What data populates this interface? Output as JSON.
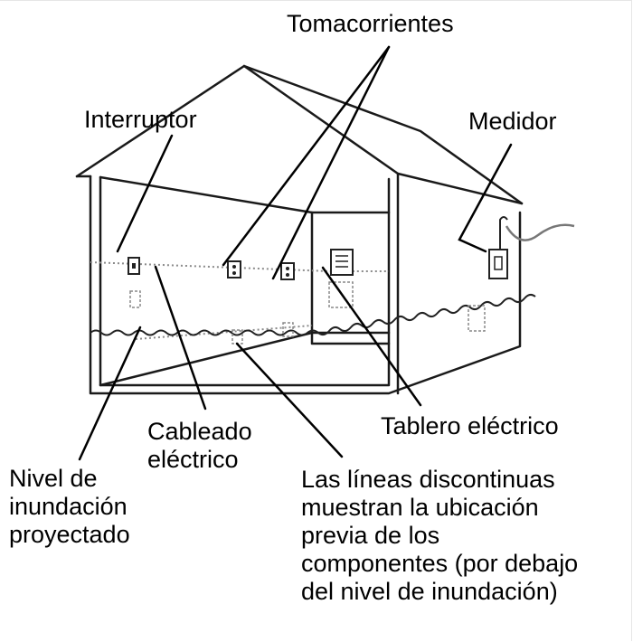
{
  "labels": {
    "tomacorrientes": "Tomacorrientes",
    "interruptor": "Interruptor",
    "medidor": "Medidor",
    "cableado": "Cableado\neléctrico",
    "tablero": "Tablero eléctrico",
    "nivel": "Nivel de\ninundación\nproyectado",
    "nota": "Las líneas discontinuas\nmuestran la ubicación\nprevia de los\ncomponentes (por debajo\ndel nivel de inundación)"
  }
}
